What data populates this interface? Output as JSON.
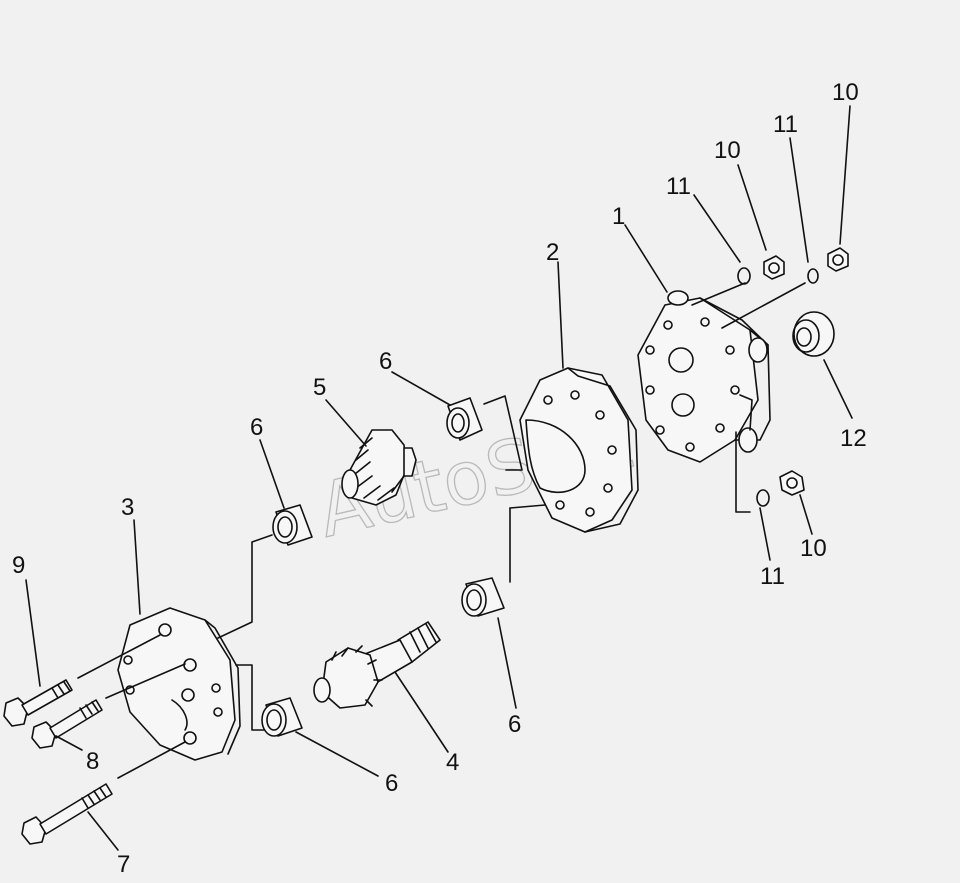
{
  "watermark": "AutoSoft",
  "labels": {
    "l1": "1",
    "l2": "2",
    "l3": "3",
    "l4": "4",
    "l5": "5",
    "l6a": "6",
    "l6b": "6",
    "l6c": "6",
    "l6d": "6",
    "l7": "7",
    "l8": "8",
    "l9": "9",
    "l10a": "10",
    "l10b": "10",
    "l10c": "10",
    "l11a": "11",
    "l11b": "11",
    "l11c": "11",
    "l12": "12"
  }
}
